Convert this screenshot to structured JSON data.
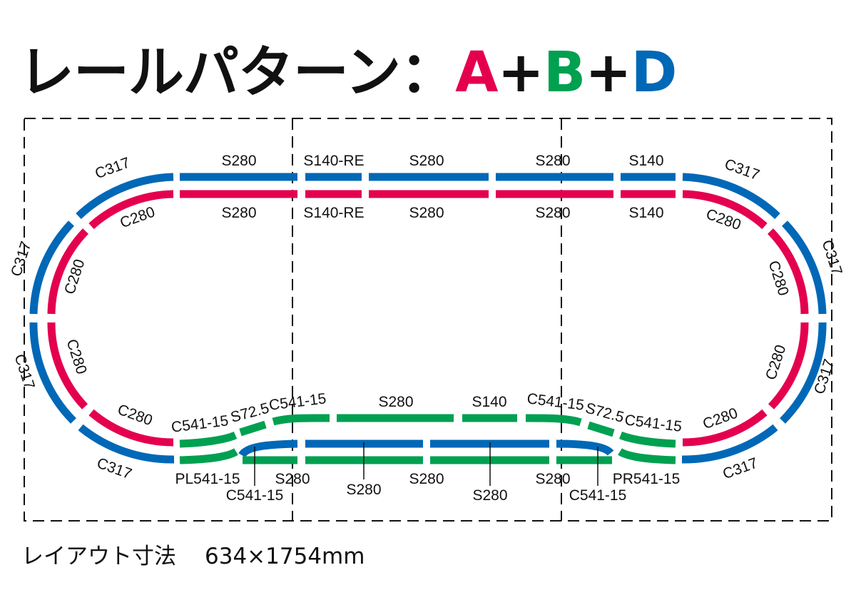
{
  "title": {
    "prefix": "レールパターン：",
    "letter_a": "A",
    "plus_1": "+",
    "letter_b": "B",
    "plus_2": "+",
    "letter_d": "D"
  },
  "colors": {
    "A": "#e4004f",
    "B": "#00a051",
    "D": "#0068b7",
    "text": "#111111"
  },
  "labels": {
    "d_top_1": "S280",
    "d_top_2": "S140-RE",
    "d_top_3": "S280",
    "d_top_4": "S280",
    "d_top_5": "S140",
    "a_top_1": "S280",
    "a_top_2": "S140-RE",
    "a_top_3": "S280",
    "a_top_4": "S280",
    "a_top_5": "S140",
    "d_tl_curve": "C317",
    "a_tl_curve": "C280",
    "d_tr_curve": "C317",
    "a_tr_curve": "C280",
    "d_left_upper": "C317",
    "a_left_upper": "C280",
    "d_left_lower": "C317",
    "a_left_lower": "C280",
    "d_right_upper": "C317",
    "a_right_upper": "C280",
    "d_right_lower": "C317",
    "a_right_lower": "C280",
    "a_bl_curve": "C280",
    "d_bl_curve": "C317",
    "a_br_curve": "C280",
    "d_br_curve": "C317",
    "b_c541_left": "C541-15",
    "b_s72_left": "S72.5",
    "b_c541_left2": "C541-15",
    "b_s280_top": "S280",
    "b_s140_top": "S140",
    "b_c541_right2": "C541-15",
    "b_s72_right": "S72.5",
    "b_c541_right": "C541-15",
    "b_pl541": "PL541-15",
    "b_s280_bottom_1": "S280",
    "b_s280_bottom_2": "S280",
    "b_s280_bottom_3": "S280",
    "b_pr541": "PR541-15",
    "d_c541_left_callout": "C541-15",
    "d_s280_callout_1": "S280",
    "d_s280_callout_2": "S280",
    "d_c541_right_callout": "C541-15"
  },
  "footer": {
    "label": "レイアウト寸法",
    "dimensions": "634×1754mm"
  }
}
